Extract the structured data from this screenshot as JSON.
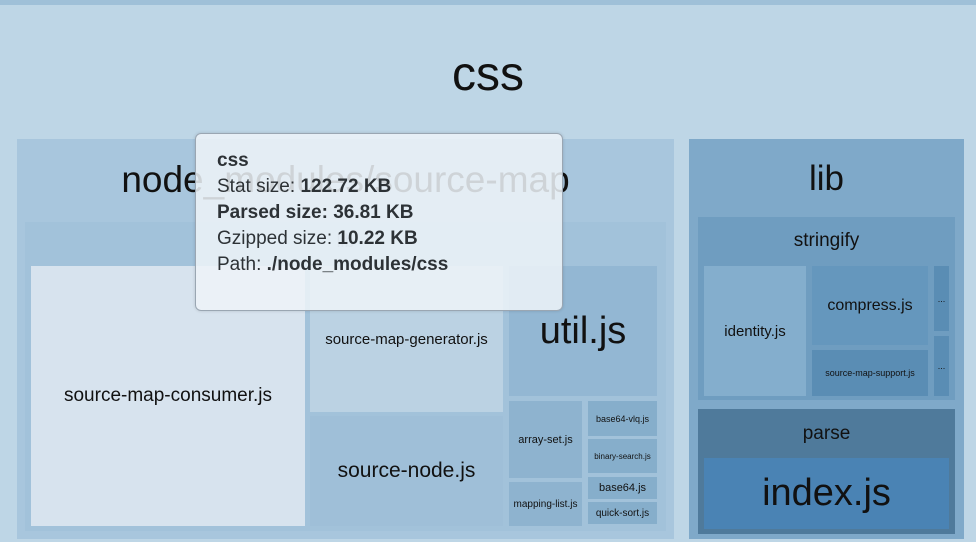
{
  "root": {
    "label": "css"
  },
  "node_modules_source_map": {
    "label": "node_modules/source-map",
    "lib": {
      "label": "lib",
      "files": {
        "source_map_consumer": "source-map-consumer.js",
        "source_map_generator": "source-map-generator.js",
        "source_node": "source-node.js",
        "util": "util.js",
        "array_set": "array-set.js",
        "base64_vlq": "base64-vlq.js",
        "binary_search": "binary-search.js",
        "base64": "base64.js",
        "mapping_list": "mapping-list.js",
        "quick_sort": "quick-sort.js"
      }
    }
  },
  "lib": {
    "label": "lib",
    "stringify": {
      "label": "stringify",
      "files": {
        "identity": "identity.js",
        "compress": "compress.js",
        "source_map_support": "source-map-support.js",
        "more1": "...",
        "more2": "..."
      }
    },
    "parse": {
      "label": "parse",
      "files": {
        "index": "index.js"
      }
    }
  },
  "tooltip": {
    "name": "css",
    "stat_label": "Stat size:",
    "stat_value": "122.72 KB",
    "parsed_label": "Parsed size:",
    "parsed_value": "36.81 KB",
    "gzip_label": "Gzipped size:",
    "gzip_value": "10.22 KB",
    "path_label": "Path:",
    "path_value": "./node_modules/css"
  },
  "colors": {
    "background": "#bed6e6",
    "source_map_group": "#a9c7de",
    "lib_group": "#7fa9c9",
    "parse_group": "#4f7a9b",
    "index_js": "#4a83b4"
  }
}
